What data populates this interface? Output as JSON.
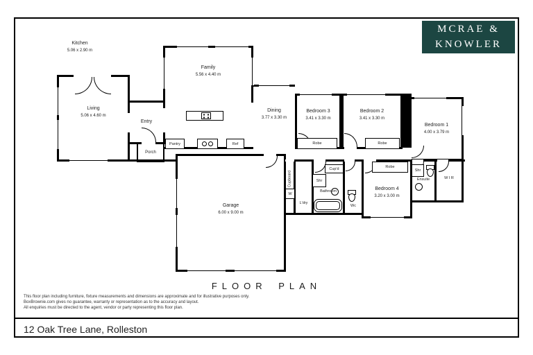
{
  "brand": {
    "line1": "MCRAE &",
    "line2": "KNOWLER",
    "bg_color": "#1c4642",
    "text_color": "#ffffff"
  },
  "plan": {
    "title": "FLOOR PLAN",
    "wall_color": "#000000",
    "rooms": {
      "family": {
        "name": "Family",
        "dims": "5.56 x 4.40 m"
      },
      "living": {
        "name": "Living",
        "dims": "5.06 x 4.60 m"
      },
      "kitchen": {
        "name": "Kitchen",
        "dims": "5.06 x 2.90 m"
      },
      "dining": {
        "name": "Dining",
        "dims": "3.77 x 3.30 m"
      },
      "bedroom1": {
        "name": "Bedroom 1",
        "dims": "4.00 x 3.79 m"
      },
      "bedroom2": {
        "name": "Bedroom 2",
        "dims": "3.41 x 3.30 m"
      },
      "bedroom3": {
        "name": "Bedroom 3",
        "dims": "3.41 x 3.30 m"
      },
      "bedroom4": {
        "name": "Bedroom 4",
        "dims": "3.20 x 3.00 m"
      },
      "garage": {
        "name": "Garage",
        "dims": "6.00 x 9.00 m"
      },
      "entry": {
        "name": "Entry"
      },
      "porch": {
        "name": "Porch"
      },
      "laundry": {
        "name": "L'dry"
      },
      "bathroom": {
        "name": "Bathroom"
      },
      "wc": {
        "name": "Wc"
      },
      "ensuite": {
        "name": "Ensuite"
      },
      "wir": {
        "name": "W I R"
      },
      "cupboard": {
        "name": "Cupboard"
      }
    },
    "fixtures": {
      "robe": "Robe",
      "shower": "Shr",
      "washer": "W",
      "fridge": "Ref",
      "pantry": "Pantry",
      "cupboard_small": "Cup'd"
    },
    "icons": {
      "stove": "four-burner-cooktop",
      "sink": "double-sink",
      "bath": "bathtub",
      "toilet": "toilet",
      "vanity": "round-basin"
    }
  },
  "footer": {
    "disclaimer_lines": [
      "This floor plan including furniture, fixture measurements and dimensions are approximate and for illustrative purposes only.",
      "BoxBrownie.com gives no guarantee, warranty or representation as to the accuracy and layout.",
      "All enquiries must be directed to the agent, vendor or party representing this floor plan."
    ],
    "address": "12 Oak Tree Lane, Rolleston"
  }
}
